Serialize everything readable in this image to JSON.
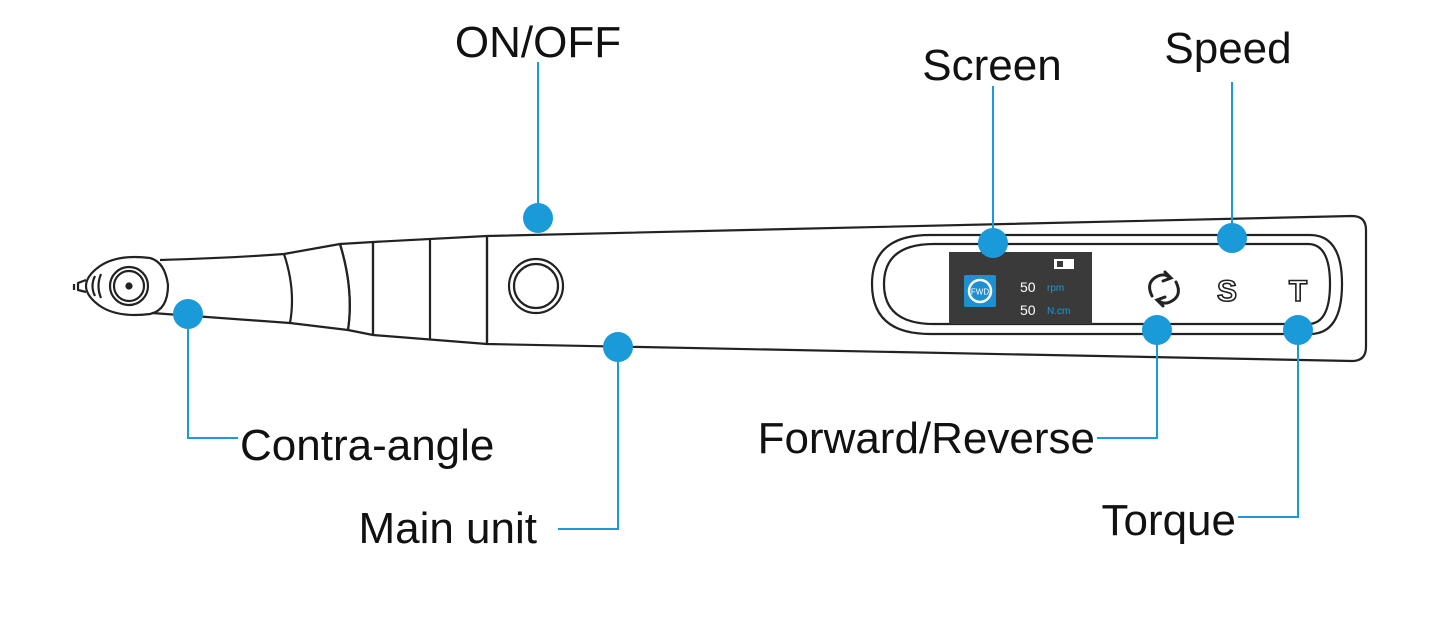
{
  "labels": {
    "on_off": "ON/OFF",
    "screen": "Screen",
    "speed": "Speed",
    "contra_angle": "Contra-angle",
    "main_unit": "Main unit",
    "forward_reverse": "Forward/Reverse",
    "torque": "Torque"
  },
  "screen_display": {
    "mode_badge": "FWD",
    "speed_value": "50",
    "speed_unit": "rpm",
    "torque_value": "50",
    "torque_unit": "N.cm"
  },
  "buttons": {
    "speed_glyph": "S",
    "torque_glyph": "T"
  },
  "colors": {
    "callout": "#1a9ad9",
    "outline": "#222222",
    "screen_bg": "#3a3a3a"
  }
}
